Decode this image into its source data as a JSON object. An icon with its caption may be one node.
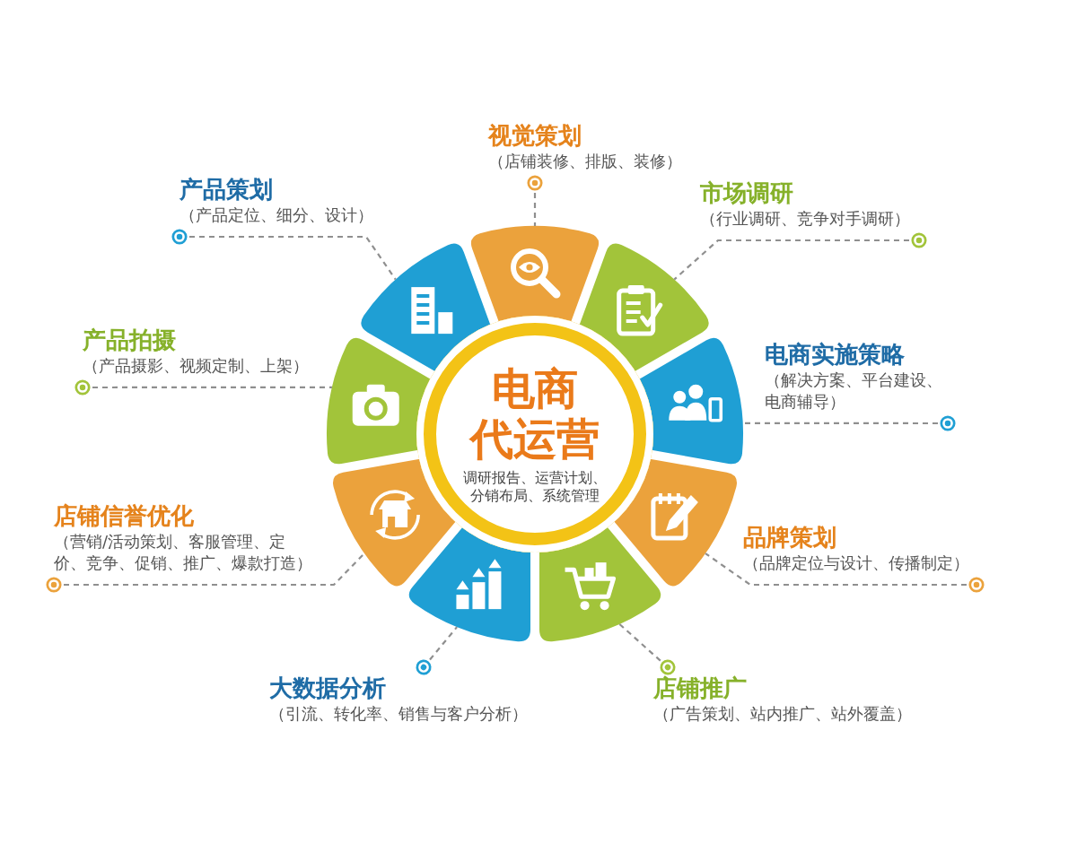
{
  "diagram": {
    "nodes": [
      {
        "text": [
          "电商代运营",
          "调研报告、运营计划、分销布局、系统管理"
        ]
      },
      {
        "text": [
          "视觉策划",
          "（店铺装修、排版、装修）"
        ]
      },
      {
        "text": [],
        "shape": "petal"
      },
      {
        "text": [
          "市场调研",
          "（行业调研、竞争对手调研）"
        ]
      },
      {
        "text": [],
        "shape": "petal"
      },
      {
        "text": [
          "电商实施策略",
          "（解决方案、平台建设、电商辅导）"
        ]
      },
      {
        "text": [],
        "shape": "petal"
      },
      {
        "text": [
          "品牌策划",
          "（品牌定位与设计、传播制定）"
        ]
      },
      {
        "text": [],
        "shape": "petal"
      },
      {
        "text": [
          "店铺推广",
          "（广告策划、站内推广、站外覆盖）"
        ]
      },
      {
        "text": [],
        "shape": "petal"
      },
      {
        "text": [
          "大数据分析",
          "（引流、转化率、销售与客户分析）"
        ]
      },
      {
        "text": [],
        "shape": "petal"
      },
      {
        "text": [
          "店铺信誉优化",
          "（营销/活动策划、客服管理、定价、竞争、促销、推广、爆款打造）"
        ]
      },
      {
        "text": [],
        "shape": "petal"
      },
      {
        "text": [
          "产品拍摄",
          "（产品摄影、视频定制、上架）"
        ]
      },
      {
        "text": [],
        "shape": "petal"
      },
      {
        "text": [
          "产品策划",
          "（产品定位、细分、设计）"
        ]
      },
      {
        "text": [],
        "shape": "petal"
      }
    ],
    "edges": [
      {
        "from": 1,
        "to": 2,
        "arrow": "other",
        "style": "dashed"
      },
      {
        "from": 3,
        "to": 4,
        "arrow": "other",
        "style": "dashed"
      },
      {
        "from": 5,
        "to": 6,
        "arrow": "other",
        "style": "dashed"
      },
      {
        "from": 7,
        "to": 8,
        "arrow": "other",
        "style": "dashed"
      },
      {
        "from": 9,
        "to": 10,
        "arrow": "other",
        "style": "dashed"
      },
      {
        "from": 11,
        "to": 12,
        "arrow": "other",
        "style": "dashed"
      },
      {
        "from": 13,
        "to": 14,
        "arrow": "other",
        "style": "dashed"
      },
      {
        "from": 15,
        "to": 16,
        "arrow": "other",
        "style": "dashed"
      },
      {
        "from": 17,
        "to": 18,
        "arrow": "other",
        "style": "dashed"
      }
    ]
  }
}
